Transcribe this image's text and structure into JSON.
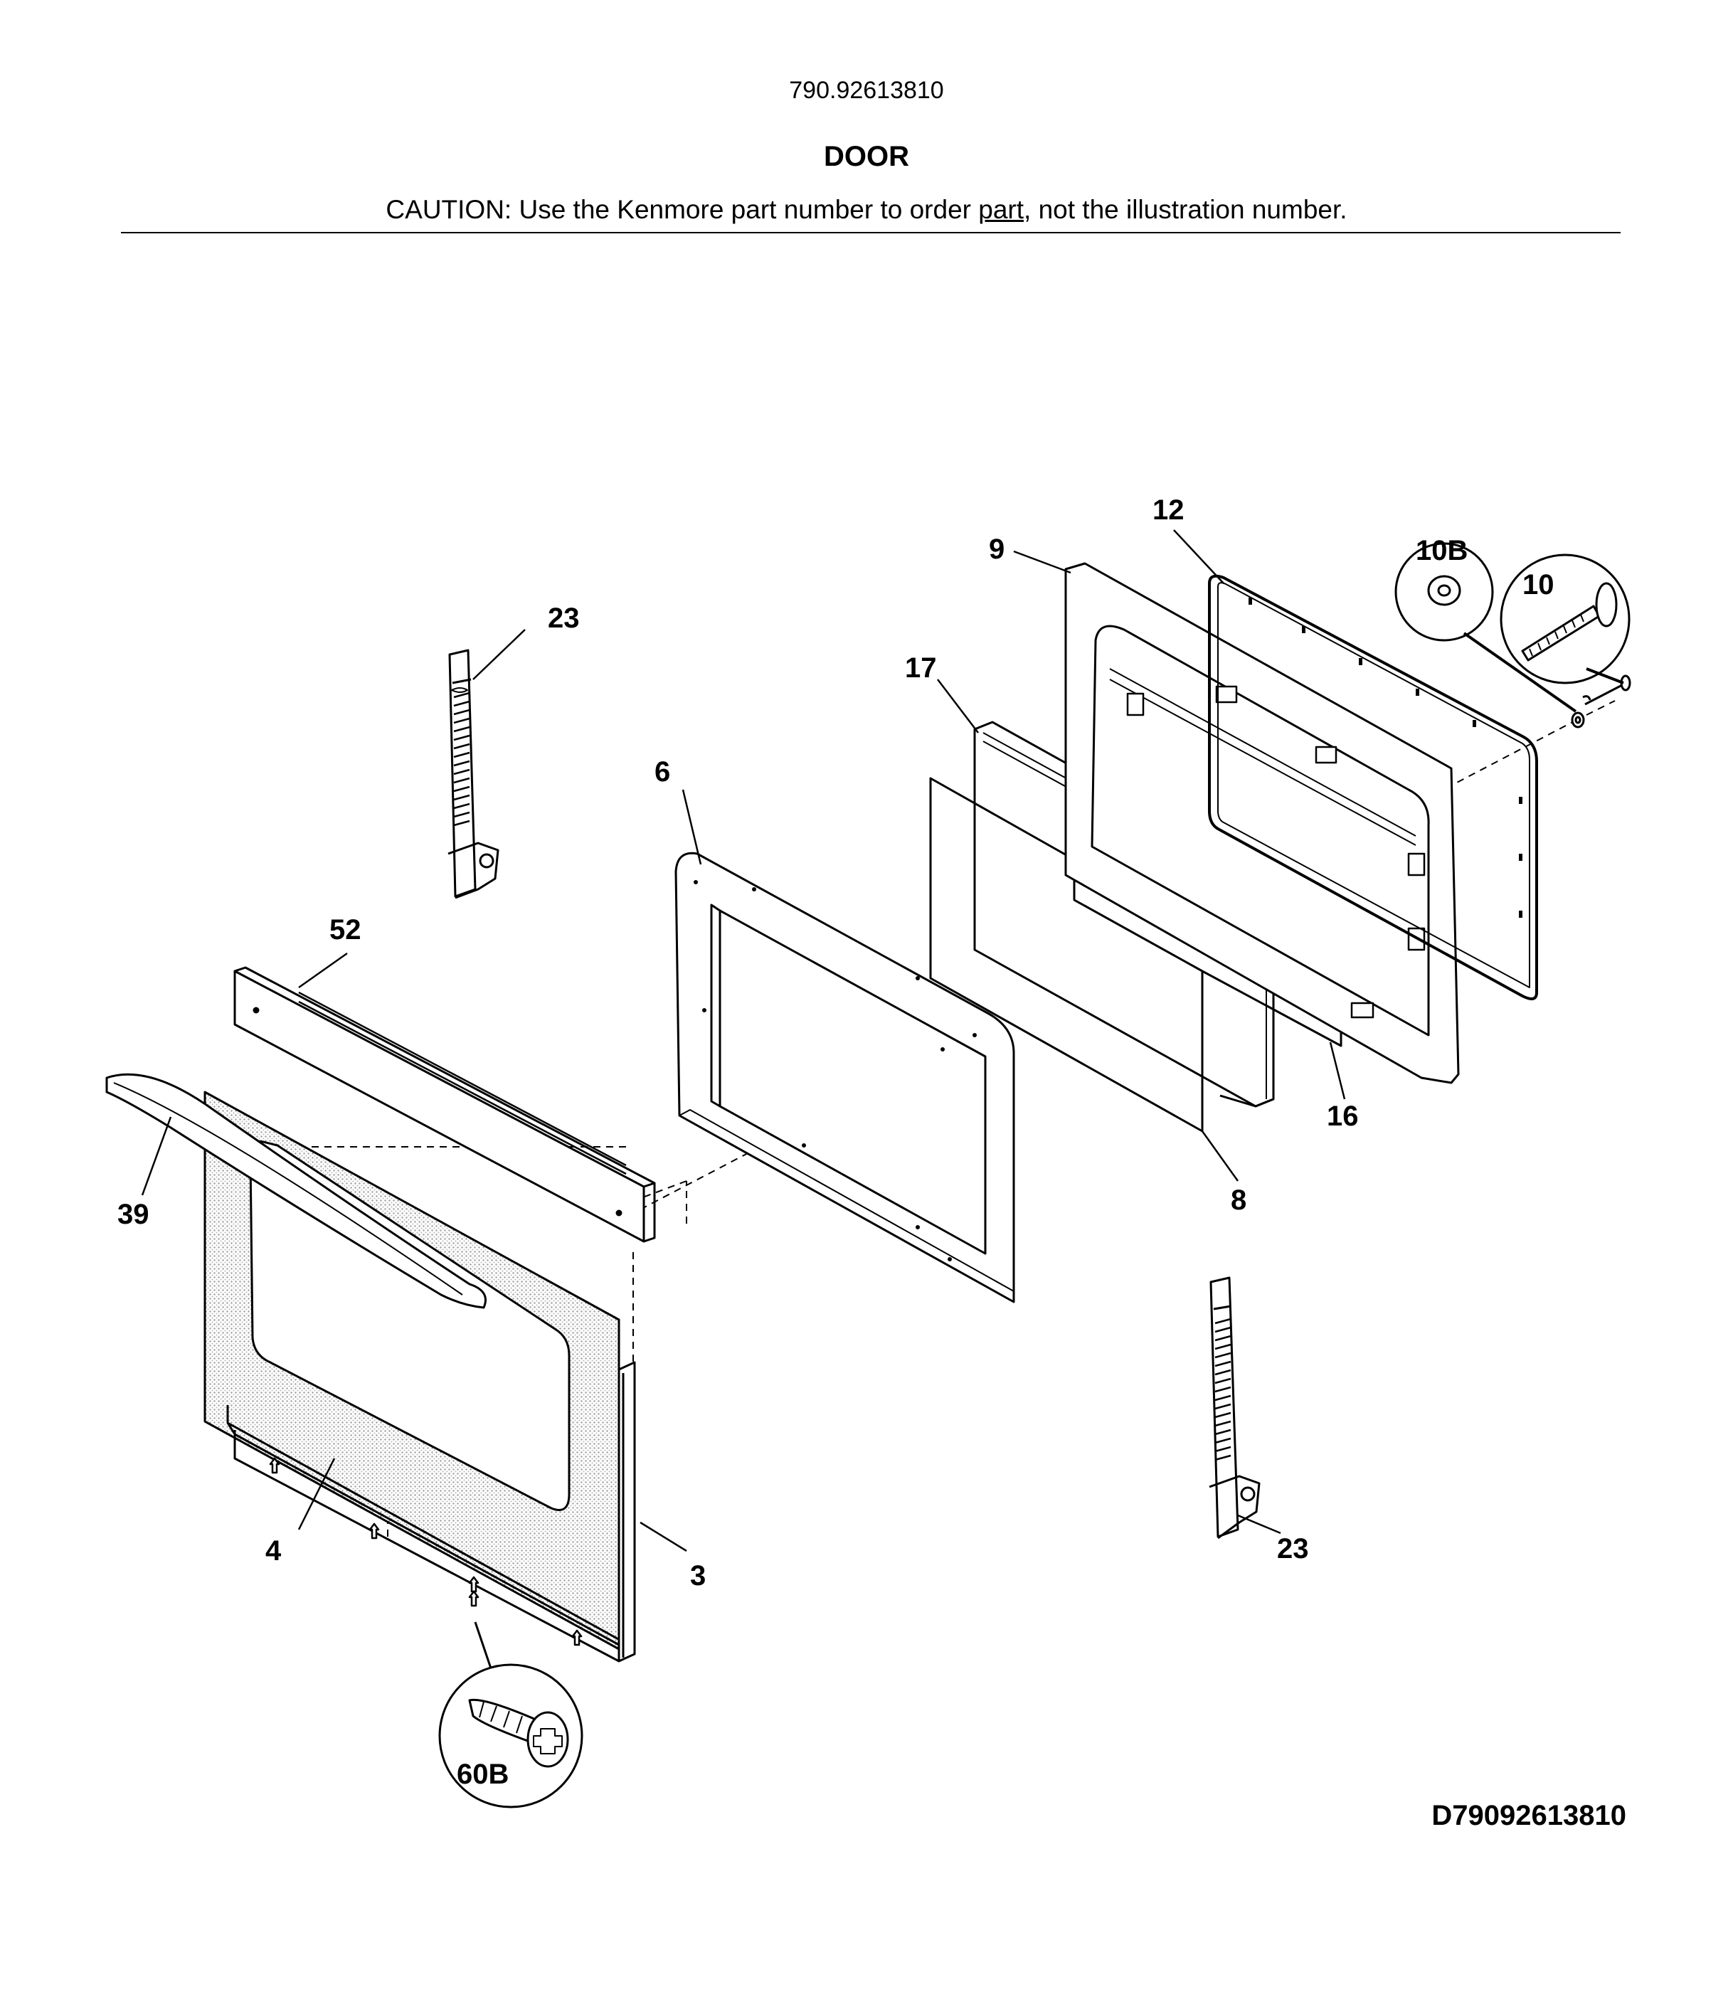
{
  "header": {
    "model_number": "790.92613810",
    "section_title": "DOOR",
    "caution_prefix": "CAUTION: Use the Kenmore part number to order ",
    "caution_underlined": "part",
    "caution_suffix": ", not the illustration number."
  },
  "diagram_id": "D79092613810",
  "callouts": [
    "23",
    "52",
    "39",
    "4",
    "3",
    "60B",
    "6",
    "17",
    "9",
    "12",
    "10B",
    "10",
    "8",
    "16",
    "23"
  ],
  "colors": {
    "ink": "#000000",
    "stipple": "#bdbdbd",
    "paper": "#ffffff"
  }
}
